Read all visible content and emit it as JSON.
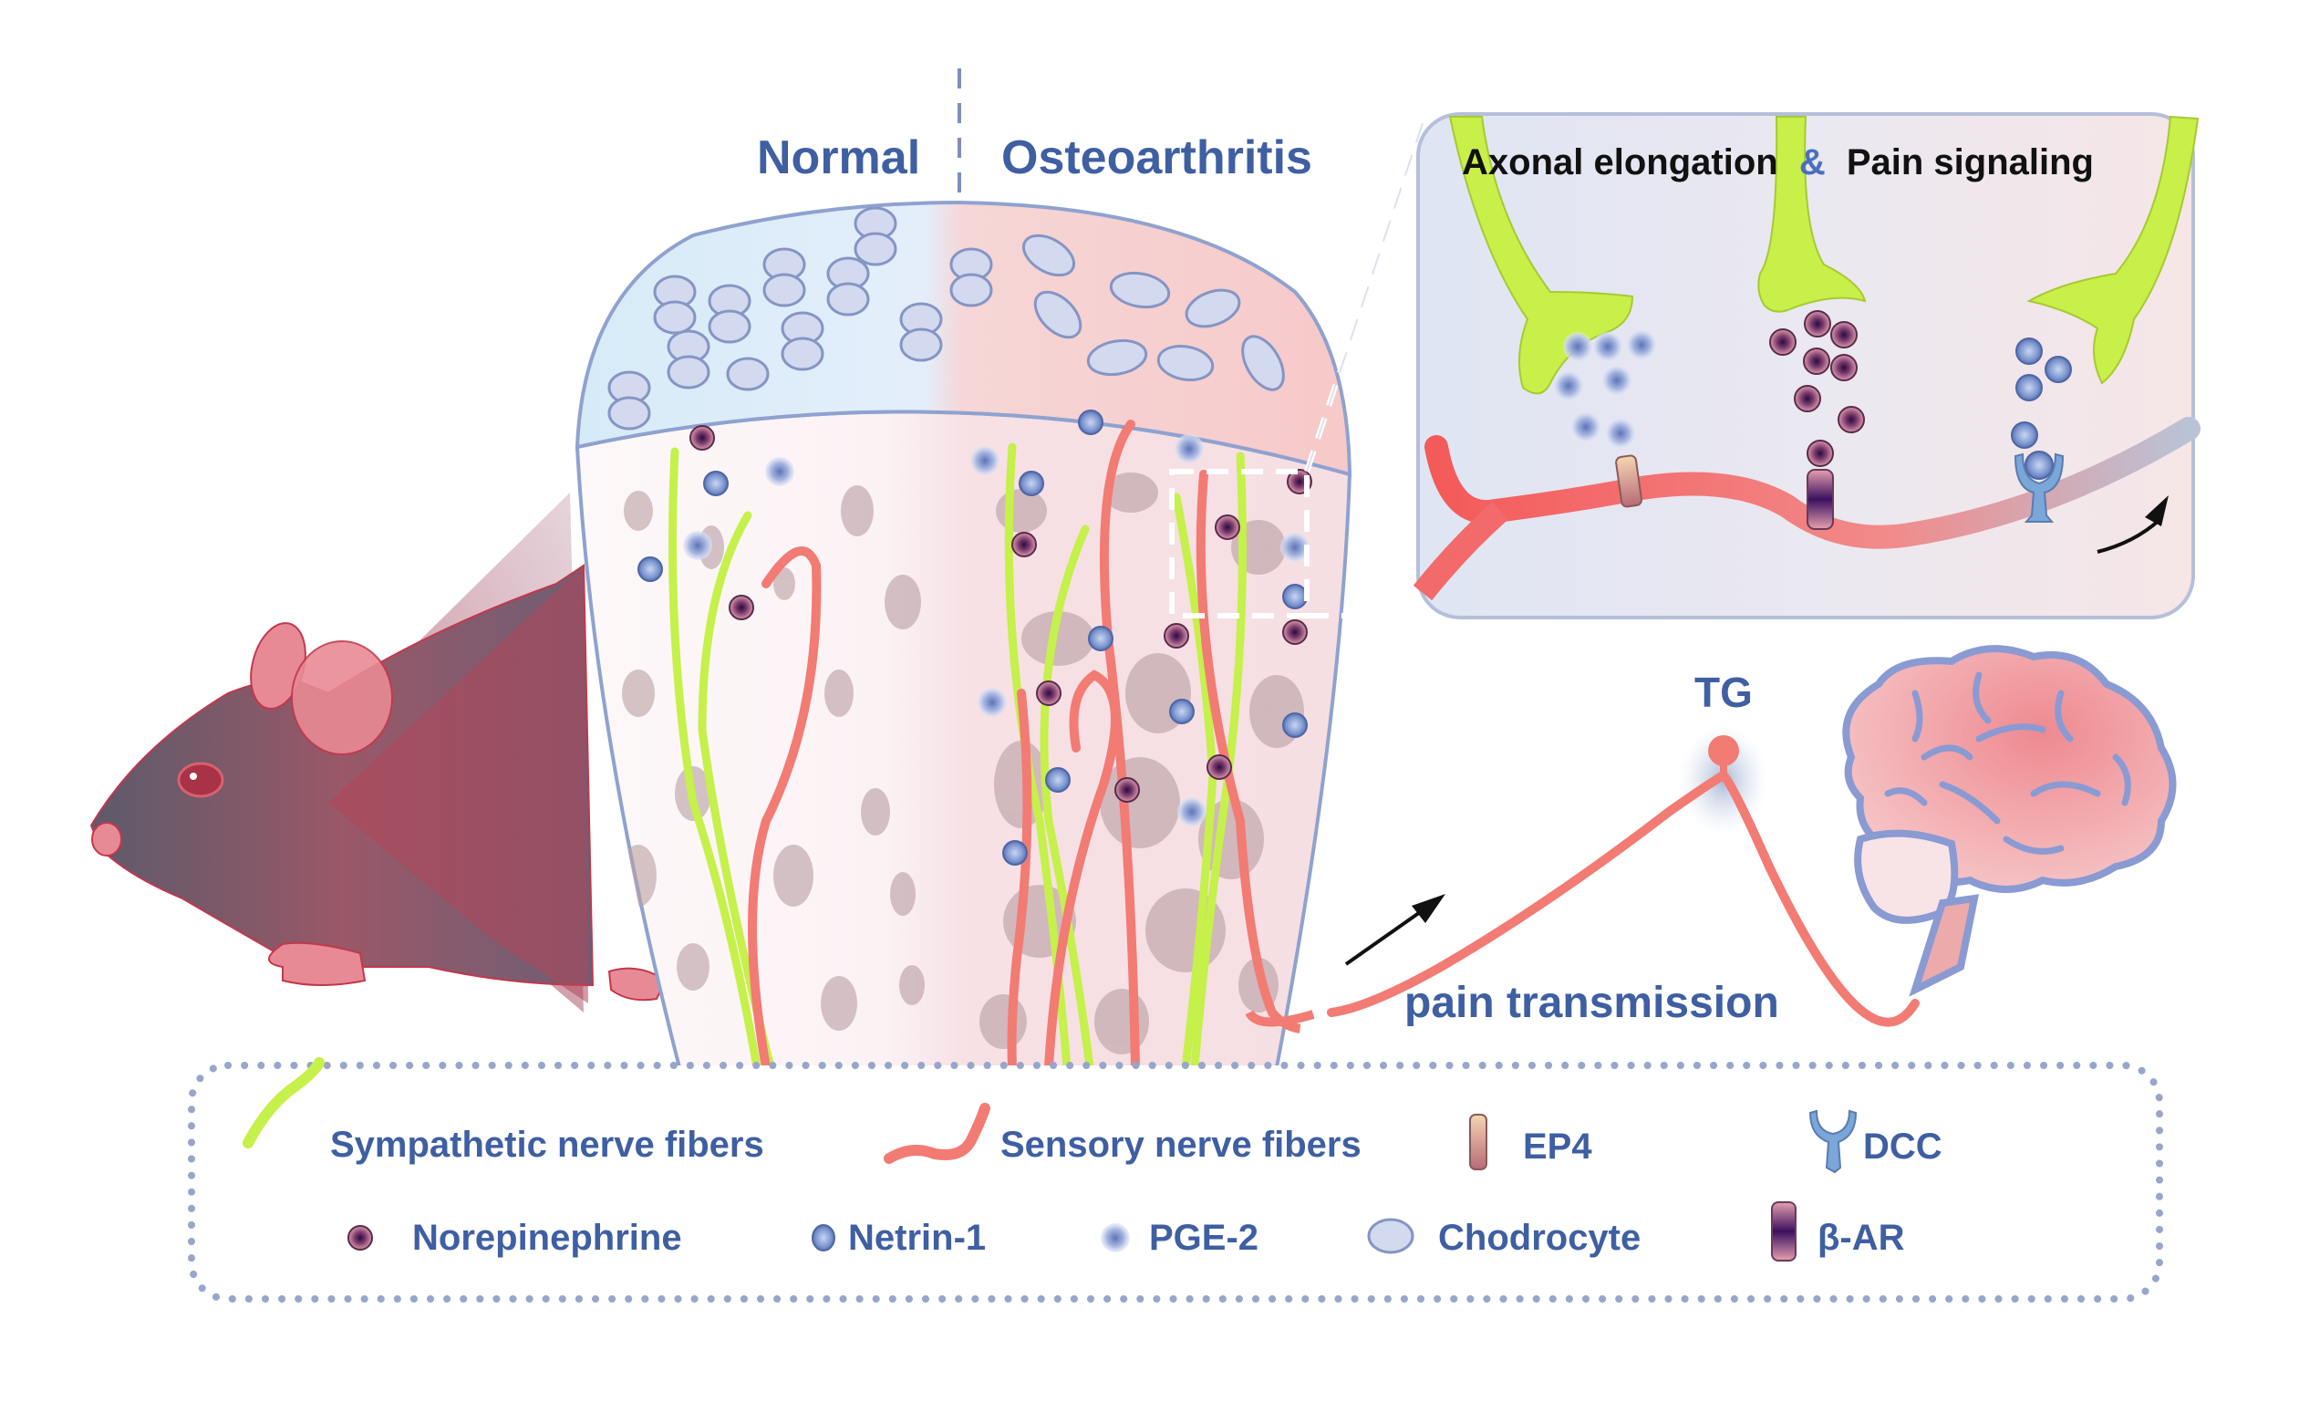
{
  "header": {
    "normal_label": "Normal",
    "oa_label": "Osteoarthritis"
  },
  "inset": {
    "title_part1": "Axonal elongation",
    "title_amp": "&",
    "title_part2": "Pain signaling"
  },
  "pathway": {
    "ganglion_label": "TG",
    "transmission_label": "pain transmission"
  },
  "legend": {
    "items": [
      {
        "label": "Sympathetic nerve fibers",
        "icon": "sympathetic-fiber-icon"
      },
      {
        "label": "Sensory nerve fibers",
        "icon": "sensory-fiber-icon"
      },
      {
        "label": "EP4",
        "icon": "ep4-receptor-icon"
      },
      {
        "label": "DCC",
        "icon": "dcc-receptor-icon"
      },
      {
        "label": "Norepinephrine",
        "icon": "norepinephrine-icon"
      },
      {
        "label": "Netrin-1",
        "icon": "netrin-1-icon"
      },
      {
        "label": "PGE-2",
        "icon": "pge2-icon"
      },
      {
        "label": "Chodrocyte",
        "icon": "chondrocyte-icon"
      },
      {
        "label": "β-AR",
        "icon": "beta-ar-receptor-icon"
      }
    ]
  },
  "colors": {
    "label_blue": "#3f5fa3",
    "sympathetic_green": "#c6f04a",
    "sensory_red": "#f27b74",
    "outline_blue": "#8899c8",
    "normal_cartilage": "#dcecf8",
    "oa_cartilage": "#f7cfcf"
  }
}
